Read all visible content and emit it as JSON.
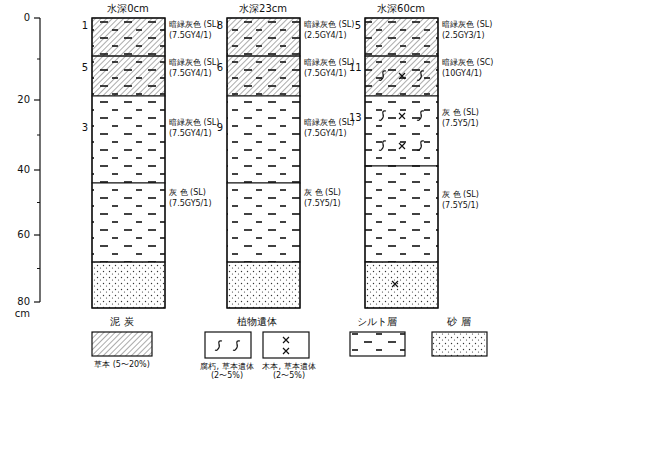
{
  "diagram": {
    "labels": [
      "水深0cm",
      "水深23cm",
      "水深60cm",
      "1",
      "5",
      "3",
      "8",
      "6",
      "9",
      "5",
      "11",
      "13",
      "暗緑灰色 (SL)",
      "(7.5GY4/1)",
      "暗緑灰色 (SL)",
      "(7.5GY4/1)",
      "暗緑灰色 (SL)",
      "(7.5GY4/1)",
      "灰 色 (SL)",
      "(7.5GY5/1)",
      "暗緑灰色 (SL)",
      "(2.5GY4/1)",
      "暗緑灰色 (SL)",
      "(7.5GY4/1)",
      "暗緑灰色 (SL)",
      "(7.5GY4/1)",
      "灰 色 (SL)",
      "(7.5Y5/1)",
      "暗緑灰色 (SL)",
      "(2.5GY3/1)",
      "暗緑灰色 (SC)",
      "(10GY4/1)",
      "灰 色 (SL)",
      "(7.5Y5/1)",
      "灰 色 (SL)",
      "(7.5Y5/1)",
      "0",
      "20",
      "40",
      "60",
      "80",
      "cm",
      "草本 (5〜20%)",
      "腐朽, 草本遺体 (2〜5%)",
      "木本, 草本遺体 (2〜5%)"
    ],
    "legend": [
      {
        "text": "泥 炭"
      },
      {
        "text": "植物遺体"
      },
      {
        "text": "シルト層"
      },
      {
        "text": "砂 層"
      }
    ]
  }
}
